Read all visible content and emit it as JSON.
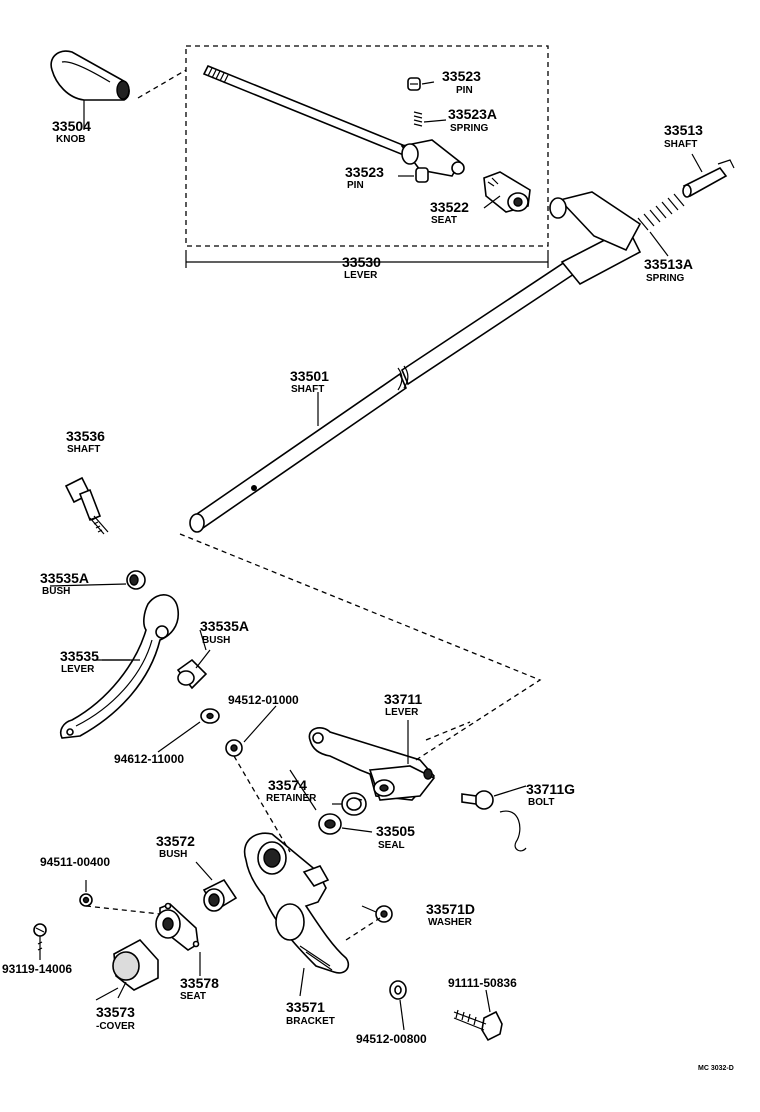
{
  "labels": {
    "p33504": {
      "number": "33504",
      "name": "KNOB"
    },
    "p33523_top": {
      "number": "33523",
      "name": "PIN"
    },
    "p33523a": {
      "number": "33523A",
      "name": "SPRING"
    },
    "p33523_mid": {
      "number": "33523",
      "name": "PIN"
    },
    "p33522": {
      "number": "33522",
      "name": "SEAT"
    },
    "p33530": {
      "number": "33530",
      "name": "LEVER"
    },
    "p33513": {
      "number": "33513",
      "name": "SHAFT"
    },
    "p33513a": {
      "number": "33513A",
      "name": "SPRING"
    },
    "p33501": {
      "number": "33501",
      "name": "SHAFT"
    },
    "p33536": {
      "number": "33536",
      "name": "SHAFT"
    },
    "p33535a_left": {
      "number": "33535A",
      "name": "BUSH"
    },
    "p33535a_right": {
      "number": "33535A",
      "name": "BUSH"
    },
    "p33535": {
      "number": "33535",
      "name": "LEVER"
    },
    "p94512_01000": {
      "number": "94512-01000"
    },
    "p94612_11000": {
      "number": "94612-11000"
    },
    "p33711": {
      "number": "33711",
      "name": "LEVER"
    },
    "p33574": {
      "number": "33574",
      "name": "RETAINER"
    },
    "p33505": {
      "number": "33505",
      "name": "SEAL"
    },
    "p33711g": {
      "number": "33711G",
      "name": "BOLT"
    },
    "p33572": {
      "number": "33572",
      "name": "BUSH"
    },
    "p94511_00400": {
      "number": "94511-00400"
    },
    "p33571d": {
      "number": "33571D",
      "name": "WASHER"
    },
    "p93119_14006": {
      "number": "93119-14006"
    },
    "p33578": {
      "number": "33578",
      "name": "SEAT"
    },
    "p33573": {
      "number": "33573",
      "name": "-COVER"
    },
    "p33571": {
      "number": "33571",
      "name": "BRACKET"
    },
    "p91111_50836": {
      "number": "91111-50836"
    },
    "p94512_00800": {
      "number": "94512-00800"
    }
  },
  "figure_code": "MC 3032-D"
}
